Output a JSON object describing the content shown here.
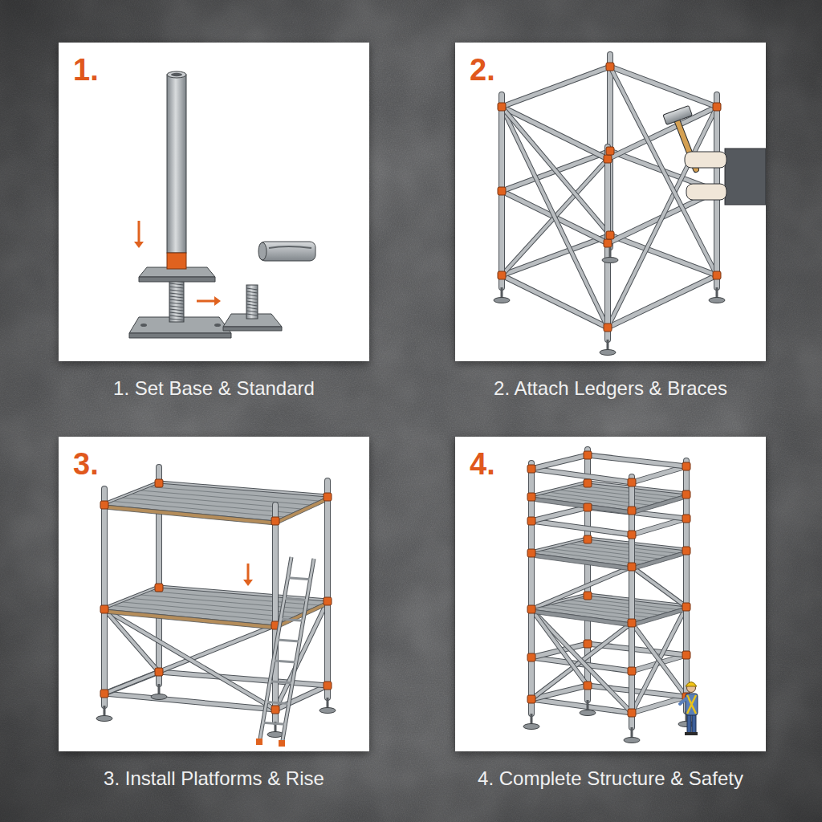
{
  "diagram": {
    "nodes": [
      {
        "text": [
          "1.",
          "1. Set Base & Standard"
        ]
      },
      {
        "text": [
          "2.",
          "2. Attach Ledgers & Braces"
        ]
      },
      {
        "text": [
          "3.",
          "3. Install Platforms & Rise"
        ]
      },
      {
        "text": [
          "4.",
          "4. Complete Structure & Safety"
        ]
      }
    ]
  }
}
